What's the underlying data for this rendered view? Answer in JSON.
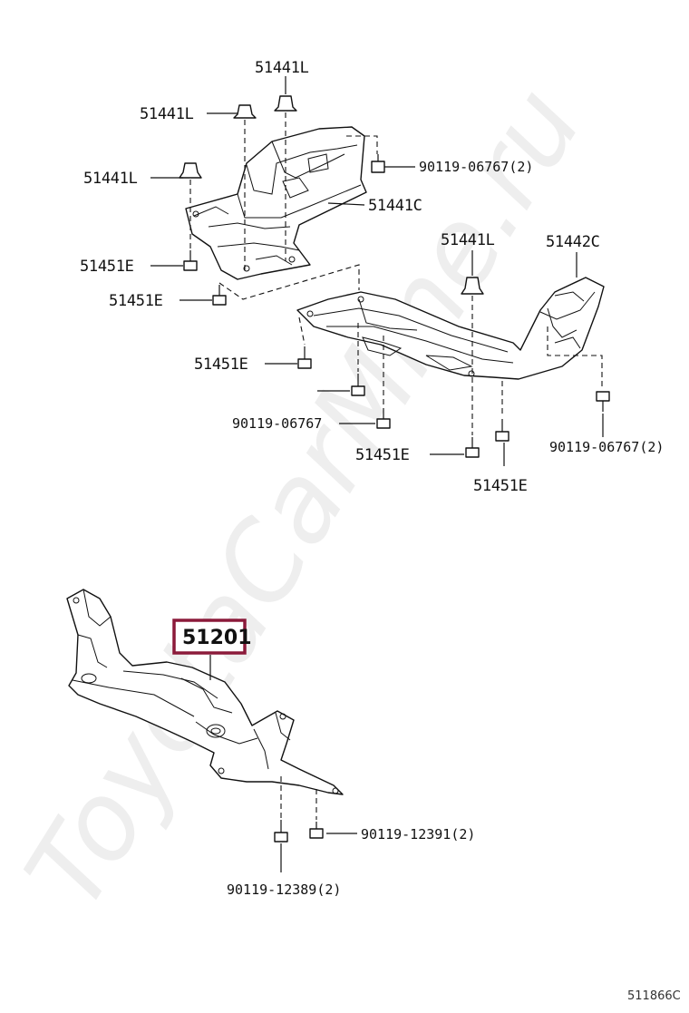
{
  "watermark": "ToyotaCarMine.ru",
  "diagram_code": "511866C",
  "highlighted_part": "51201",
  "labels": {
    "top_clip": "51441L",
    "left_clip_1": "51441L",
    "left_clip_2": "51441L",
    "bolt_upper_right": "90119-06767(2)",
    "cover_front": "51441C",
    "left_bolt_1": "51451E",
    "left_bolt_2": "51451E",
    "mid_clip": "51441L",
    "right_cover": "51442C",
    "mid_bolt_left": "51451E",
    "mid_bolt_90119": "90119-06767",
    "bottom_bolt_1": "51451E",
    "bottom_bolt_2": "51451E",
    "right_bolt": "90119-06767(2)",
    "frame_bolt_1": "90119-12391(2)",
    "frame_bolt_2": "90119-12389(2)"
  }
}
